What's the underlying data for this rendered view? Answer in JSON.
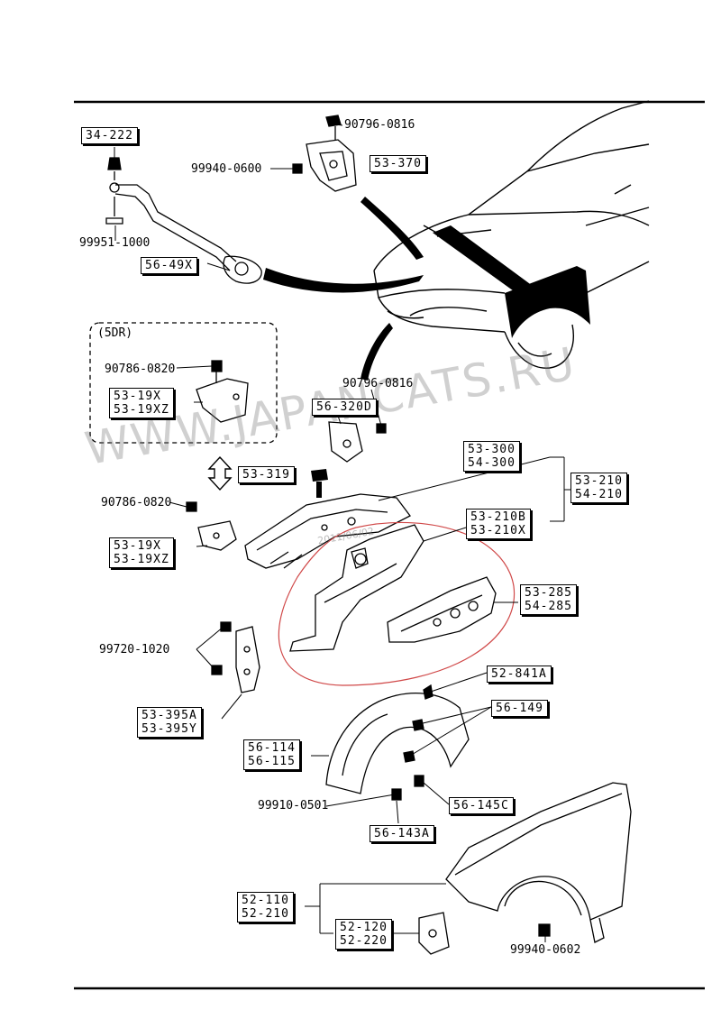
{
  "labels": {
    "p34_222": "34-222",
    "p90796_0816_top": "90796-0816",
    "p53_370": "53-370",
    "p99940_0600": "99940-0600",
    "p99951_1000": "99951-1000",
    "p56_49x": "56-49X",
    "variant_5dr": "(5DR)",
    "p90786_0820_a": "90786-0820",
    "p53_19x_a": "53-19X",
    "p53_19xz_a": "53-19XZ",
    "p90796_0816_mid": "90796-0816",
    "p56_320d": "56-320D",
    "p53_300": "53-300",
    "p54_300": "54-300",
    "p53_210": "53-210",
    "p54_210": "54-210",
    "p53_319": "53-319",
    "p90786_0820_b": "90786-0820",
    "p53_210b": "53-210B",
    "p53_210x": "53-210X",
    "p53_19x_b": "53-19X",
    "p53_19xz_b": "53-19XZ",
    "p53_285": "53-285",
    "p54_285": "54-285",
    "p99720_1020": "99720-1020",
    "p52_841a": "52-841A",
    "p53_395a": "53-395A",
    "p53_395y": "53-395Y",
    "p56_149": "56-149",
    "p56_114": "56-114",
    "p56_115": "56-115",
    "p99910_0501": "99910-0501",
    "p56_145c": "56-145C",
    "p56_143a": "56-143A",
    "p52_110": "52-110",
    "p52_210": "52-210",
    "p52_120": "52-120",
    "p52_220": "52-220",
    "p99940_0602": "99940-0602"
  },
  "watermark": "WWW.JAPANCATS.RU",
  "watermark_date": "2011/06/02",
  "colors": {
    "ink": "#000000",
    "highlight": "#d04848",
    "watermark": "#8c8c8c"
  }
}
